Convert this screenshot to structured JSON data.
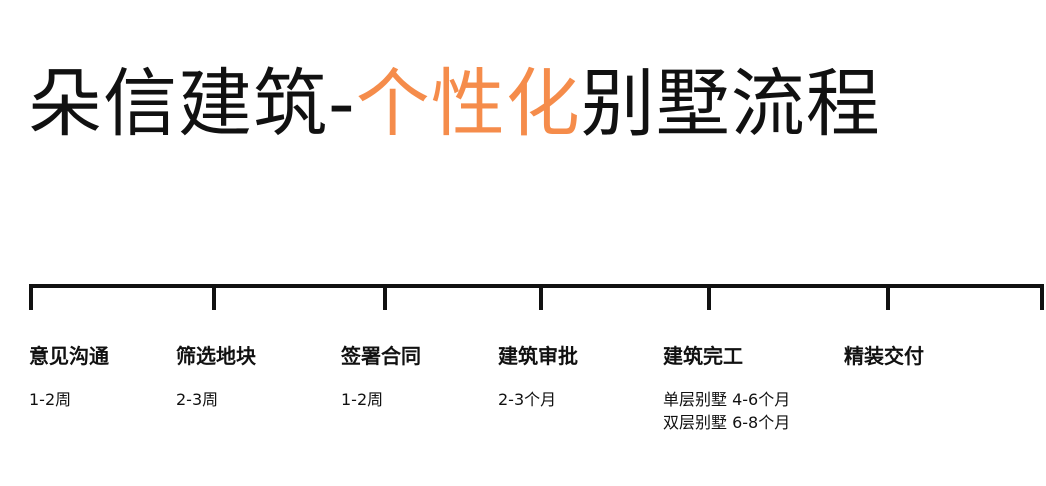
{
  "title": {
    "part1": "朵信建筑-",
    "highlight": "个性化",
    "part2": "别墅流程",
    "highlight_color": "#f58c4b"
  },
  "steps": [
    {
      "name": "意见沟通",
      "durations": [
        "1-2周"
      ]
    },
    {
      "name": "筛选地块",
      "durations": [
        "2-3周"
      ]
    },
    {
      "name": "签署合同",
      "durations": [
        "1-2周"
      ]
    },
    {
      "name": "建筑审批",
      "durations": [
        "2-3个月"
      ]
    },
    {
      "name": "建筑完工",
      "durations": [
        "单层别墅 4-6个月",
        "双层别墅 6-8个月"
      ]
    },
    {
      "name": "精装交付",
      "durations": []
    }
  ]
}
